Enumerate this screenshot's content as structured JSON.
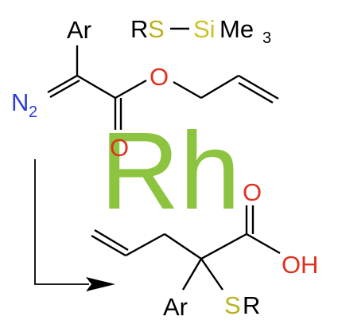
{
  "colors": {
    "bond": "#000000",
    "oxygen": "#e0301e",
    "nitrogen": "#2a3dd8",
    "sulfur": "#b9b21e",
    "silicon": "#c9c22a",
    "rhodium": "#8cc43f"
  },
  "reactant": {
    "aryl": "Ar",
    "diazo_n": "N",
    "diazo_sub": "2",
    "carbonyl_o": "O",
    "ester_o": "O"
  },
  "reagent": {
    "r_group": "R",
    "sulfur": "S",
    "silicon": "Si",
    "methyl": "Me",
    "methyl_sub": "3"
  },
  "catalyst": {
    "label": "Rh"
  },
  "product": {
    "carbonyl_o": "O",
    "hydroxyl_o": "O",
    "hydroxyl_h": "H",
    "aryl": "Ar",
    "sulfur": "S",
    "r_group": "R"
  }
}
